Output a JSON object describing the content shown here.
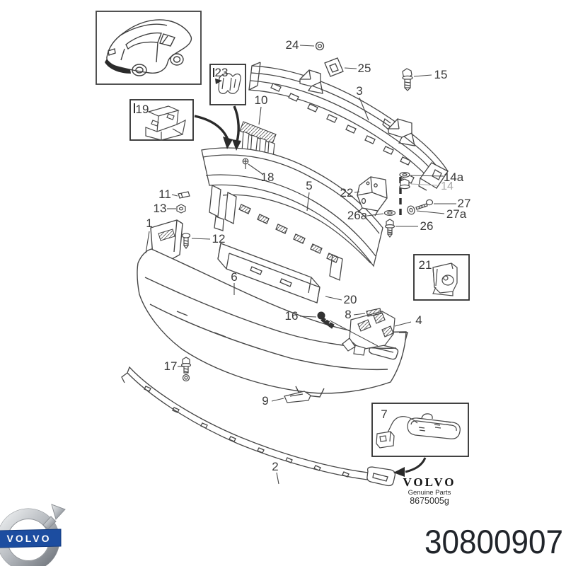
{
  "callouts": {
    "c1": "1",
    "c2": "2",
    "c3": "3",
    "c4": "4",
    "c5": "5",
    "c6": "6",
    "c7": "7",
    "c8": "8",
    "c9": "9",
    "c10": "10",
    "c11": "11",
    "c12": "12",
    "c13": "13",
    "c14": "14",
    "c14a": "14a",
    "c15": "15",
    "c16": "16",
    "c17": "17",
    "c18": "18",
    "c19": "19",
    "c20": "20",
    "c21": "21",
    "c22": "22",
    "c23": "23",
    "c24": "24",
    "c25": "25",
    "c26": "26",
    "c26a": "26a",
    "c27": "27",
    "c27a": "27a"
  },
  "stamp": {
    "brand": "VOLVO",
    "line1": "Genuine Parts",
    "line2": "8675005g"
  },
  "part_number": "30800907",
  "logo": {
    "text": "VOLVO"
  },
  "colors": {
    "line": "#474747",
    "label": "#3a3a3a",
    "faded_label": "#a8a8a8",
    "volvo_blue": "#1c4da0",
    "silver": "#b9bdc2",
    "number": "#20242a"
  }
}
